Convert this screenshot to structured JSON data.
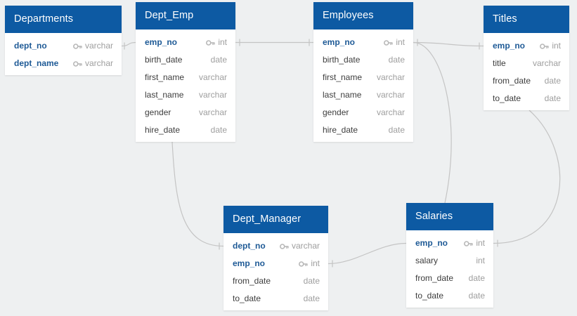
{
  "colors": {
    "header": "#0d5aa3",
    "key_field": "#1e5a96",
    "link": "#c4c4c4",
    "canvas": "#eef0f1"
  },
  "tables": {
    "departments": {
      "title": "Departments",
      "fields": [
        {
          "name": "dept_no",
          "type": "varchar",
          "key": true
        },
        {
          "name": "dept_name",
          "type": "varchar",
          "key": true
        }
      ]
    },
    "dept_emp": {
      "title": "Dept_Emp",
      "fields": [
        {
          "name": "emp_no",
          "type": "int",
          "key": true
        },
        {
          "name": "birth_date",
          "type": "date",
          "key": false
        },
        {
          "name": "first_name",
          "type": "varchar",
          "key": false
        },
        {
          "name": "last_name",
          "type": "varchar",
          "key": false
        },
        {
          "name": "gender",
          "type": "varchar",
          "key": false
        },
        {
          "name": "hire_date",
          "type": "date",
          "key": false
        }
      ]
    },
    "employees": {
      "title": "Employees",
      "fields": [
        {
          "name": "emp_no",
          "type": "int",
          "key": true
        },
        {
          "name": "birth_date",
          "type": "date",
          "key": false
        },
        {
          "name": "first_name",
          "type": "varchar",
          "key": false
        },
        {
          "name": "last_name",
          "type": "varchar",
          "key": false
        },
        {
          "name": "gender",
          "type": "varchar",
          "key": false
        },
        {
          "name": "hire_date",
          "type": "date",
          "key": false
        }
      ]
    },
    "titles": {
      "title": "Titles",
      "fields": [
        {
          "name": "emp_no",
          "type": "int",
          "key": true
        },
        {
          "name": "title",
          "type": "varchar",
          "key": false
        },
        {
          "name": "from_date",
          "type": "date",
          "key": false
        },
        {
          "name": "to_date",
          "type": "date",
          "key": false
        }
      ]
    },
    "dept_manager": {
      "title": "Dept_Manager",
      "fields": [
        {
          "name": "dept_no",
          "type": "varchar",
          "key": true
        },
        {
          "name": "emp_no",
          "type": "int",
          "key": true
        },
        {
          "name": "from_date",
          "type": "date",
          "key": false
        },
        {
          "name": "to_date",
          "type": "date",
          "key": false
        }
      ]
    },
    "salaries": {
      "title": "Salaries",
      "fields": [
        {
          "name": "emp_no",
          "type": "int",
          "key": true
        },
        {
          "name": "salary",
          "type": "int",
          "key": false
        },
        {
          "name": "from_date",
          "type": "date",
          "key": false
        },
        {
          "name": "to_date",
          "type": "date",
          "key": false
        }
      ]
    }
  },
  "relationships": [
    {
      "from": "departments.dept_no",
      "to": "dept_emp.emp_no"
    },
    {
      "from": "dept_emp.emp_no",
      "to": "employees.emp_no"
    },
    {
      "from": "employees.emp_no",
      "to": "titles.emp_no"
    },
    {
      "from": "employees.emp_no",
      "to": "salaries.emp_no"
    },
    {
      "from": "dept_emp.hire_date",
      "to": "dept_manager.dept_no"
    },
    {
      "from": "salaries.emp_no",
      "to": "dept_manager.emp_no"
    },
    {
      "from": "titles.to_date",
      "to": "salaries.emp_no"
    }
  ]
}
